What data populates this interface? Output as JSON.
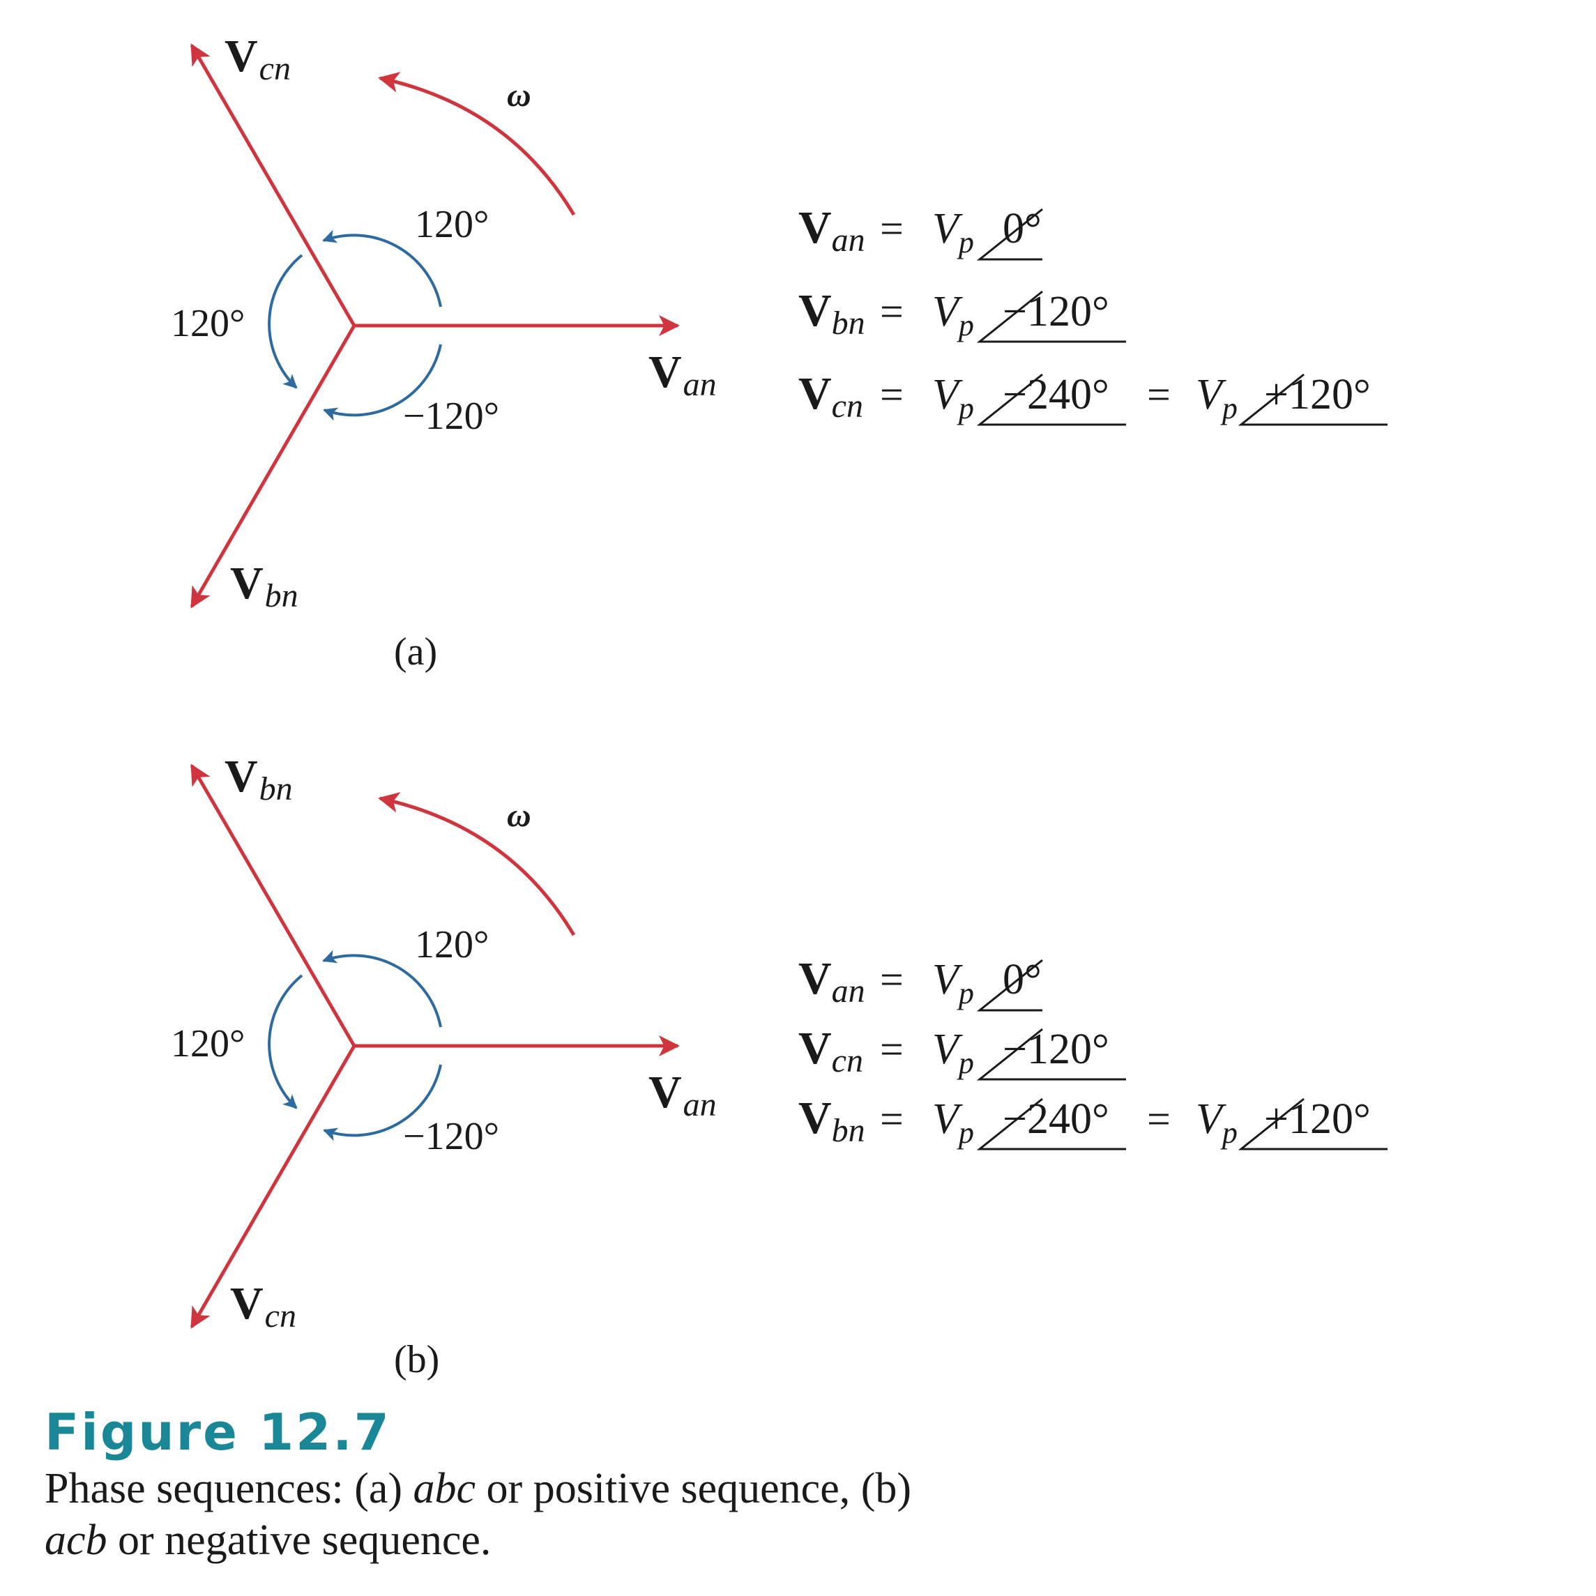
{
  "diagrams": [
    {
      "vector_labels": {
        "main": "V",
        "right_sub": "an",
        "upper_sub": "cn",
        "lower_sub": "bn"
      },
      "omega": "ω",
      "angle_labels": {
        "top": "120°",
        "left": "120°",
        "bottom": "−120°"
      },
      "panel_label": "(a)",
      "equations": [
        {
          "lhs_main": "V",
          "lhs_sub": "an",
          "eq": "=",
          "vp": "V",
          "vp_sub": "p",
          "angle": "0°"
        },
        {
          "lhs_main": "V",
          "lhs_sub": "bn",
          "eq": "=",
          "vp": "V",
          "vp_sub": "p",
          "angle": "−120°"
        },
        {
          "lhs_main": "V",
          "lhs_sub": "cn",
          "eq": "=",
          "vp": "V",
          "vp_sub": "p",
          "angle": "−240°",
          "eq2": "=",
          "vp2": "V",
          "vp2_sub": "p",
          "angle2": "+120°"
        }
      ]
    },
    {
      "vector_labels": {
        "main": "V",
        "right_sub": "an",
        "upper_sub": "bn",
        "lower_sub": "cn"
      },
      "omega": "ω",
      "angle_labels": {
        "top": "120°",
        "left": "120°",
        "bottom": "−120°"
      },
      "panel_label": "(b)",
      "equations": [
        {
          "lhs_main": "V",
          "lhs_sub": "an",
          "eq": "=",
          "vp": "V",
          "vp_sub": "p",
          "angle": "0°"
        },
        {
          "lhs_main": "V",
          "lhs_sub": "cn",
          "eq": "=",
          "vp": "V",
          "vp_sub": "p",
          "angle": "−120°"
        },
        {
          "lhs_main": "V",
          "lhs_sub": "bn",
          "eq": "=",
          "vp": "V",
          "vp_sub": "p",
          "angle": "−240°",
          "eq2": "=",
          "vp2": "V",
          "vp2_sub": "p",
          "angle2": "+120°"
        }
      ]
    }
  ],
  "figure": {
    "title": "Figure 12.7",
    "caption_parts": [
      "Phase sequences: (a) ",
      "abc",
      " or positive sequence, (b) ",
      "acb",
      " or negative sequence."
    ]
  },
  "colors": {
    "phasor": "#d0343c",
    "angle_arc": "#2d6aa0",
    "figure_title": "#1a8797",
    "text": "#1a1a1a"
  }
}
